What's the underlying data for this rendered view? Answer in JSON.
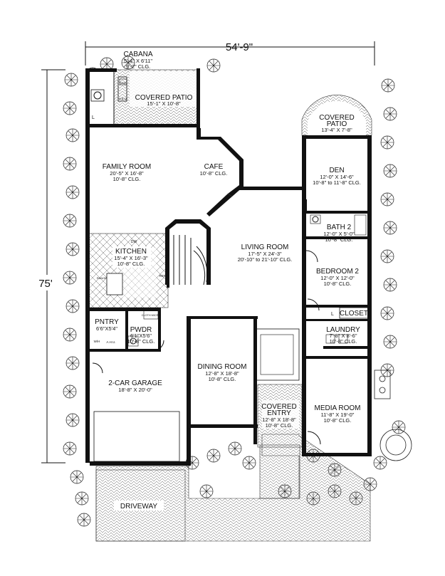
{
  "dimensions": {
    "width": "54'-9\"",
    "depth": "75'"
  },
  "rooms": {
    "cabana": {
      "name": "CABANA",
      "size": "5'-4\" X 6'11\"",
      "clg": "9'-2\" CLG."
    },
    "covered_patio_rear": {
      "name": "COVERED PATIO",
      "size": "15'-1\" X 10'-8\""
    },
    "covered_patio_side": {
      "name1": "COVERED",
      "name2": "PATIO",
      "size": "13'-4\" X 7'-8\""
    },
    "family_room": {
      "name": "FAMILY ROOM",
      "size": "20'-5\" X 16'-8\"",
      "clg": "10'-8\" CLG."
    },
    "cafe": {
      "name": "CAFE",
      "clg": "10'-8\" CLG."
    },
    "den": {
      "name": "DEN",
      "size": "12'-0\" X 14'-6\"",
      "clg": "10'-8\" to 11'-8\" CLG."
    },
    "bath2": {
      "name": "BATH 2",
      "size": "12'-0\" X 5'-0\"",
      "clg": "10'-8\" CLG."
    },
    "kitchen": {
      "name": "KITCHEN",
      "size": "15'-4\" X 16'-3\"",
      "clg": "10'-8\" CLG."
    },
    "living_room": {
      "name": "LIVING ROOM",
      "size": "17'-5\" X 24'-3\"",
      "clg": "20'-10\" to 21'-10\" CLG."
    },
    "bedroom2": {
      "name": "BEDROOM 2",
      "size": "12'-0\" X 12'-0\"",
      "clg": "10'-8\" CLG."
    },
    "closet": {
      "name": "CLOSET"
    },
    "pantry": {
      "name": "PNTRY",
      "size": "6'6\"X5'4\""
    },
    "powder": {
      "name": "PWDR",
      "size": "6'1\"X5'6\"",
      "clg": "10'-8\" CLG."
    },
    "laundry": {
      "name": "LAUNDRY",
      "size": "7'-8\" X 8'-6\"",
      "clg": "10'-8\" CLG."
    },
    "garage": {
      "name": "2-CAR GARAGE",
      "size": "18'-8\" X 20'-0\""
    },
    "dining_room": {
      "name": "DINING ROOM",
      "size": "12'-8\" X 18'-8\"",
      "clg": "10'-8\" CLG."
    },
    "covered_entry": {
      "name1": "COVERED",
      "name2": "ENTRY",
      "size": "12'-8\" X 18'-8\"",
      "clg": "10'-8\" CLG."
    },
    "media_room": {
      "name": "MEDIA ROOM",
      "size": "11'-8\" X 19'-0\"",
      "clg": "10'-8\" CLG."
    },
    "driveway": {
      "name": "DRIVEWAY"
    }
  },
  "fixtures": {
    "sink": "SINK",
    "bbq": "B.B.Q.",
    "dw": "DW",
    "range": "RANGE",
    "ref": "REF",
    "cloth_micro": "CLOTH MICRO",
    "wh": "W/H",
    "ahu": "A.H.U.",
    "l_mark": "L"
  }
}
